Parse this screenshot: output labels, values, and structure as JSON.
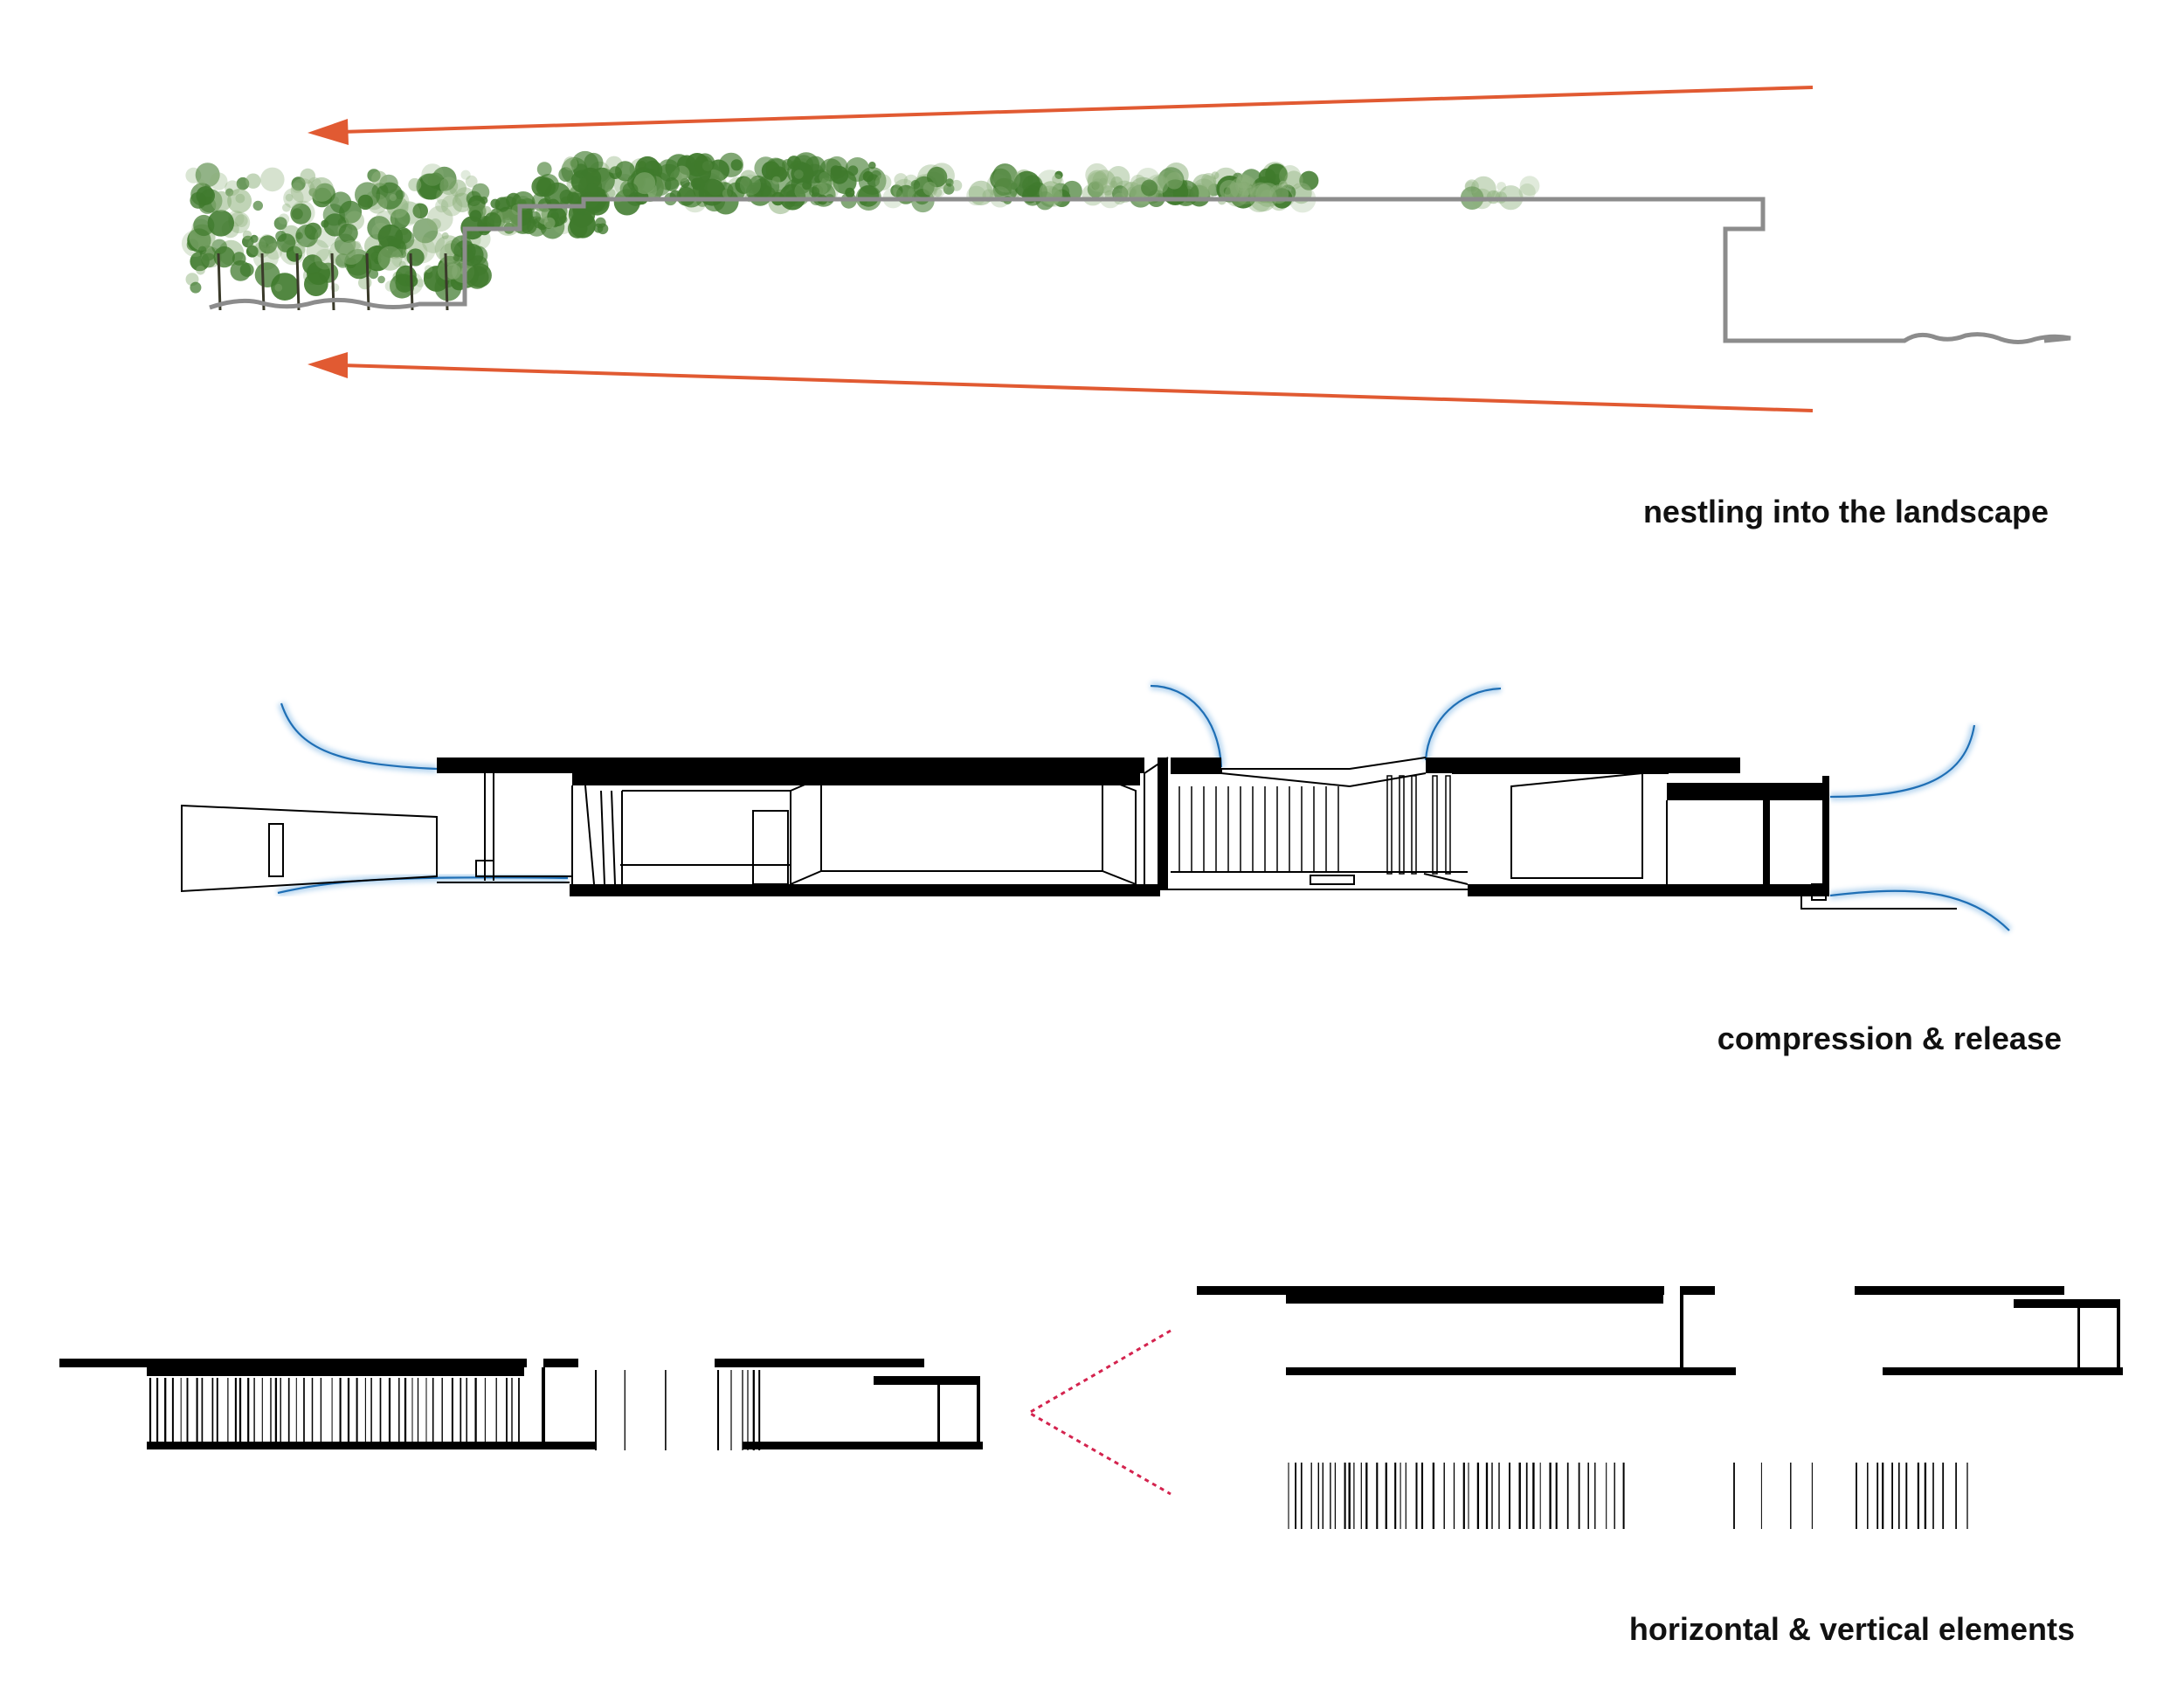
{
  "diagrams": [
    {
      "caption": "nestling into the landscape"
    },
    {
      "caption": "compression & release"
    },
    {
      "caption": "horizontal & vertical elements"
    }
  ],
  "colors": {
    "arrow": "#e15a32",
    "outline": "#8c8c8c",
    "ink": "#000000",
    "airflow": "#3a8fd6",
    "dashed": "#d4234e",
    "foliage_dark": "#3f7a2c",
    "foliage_light": "#8cb07a"
  }
}
